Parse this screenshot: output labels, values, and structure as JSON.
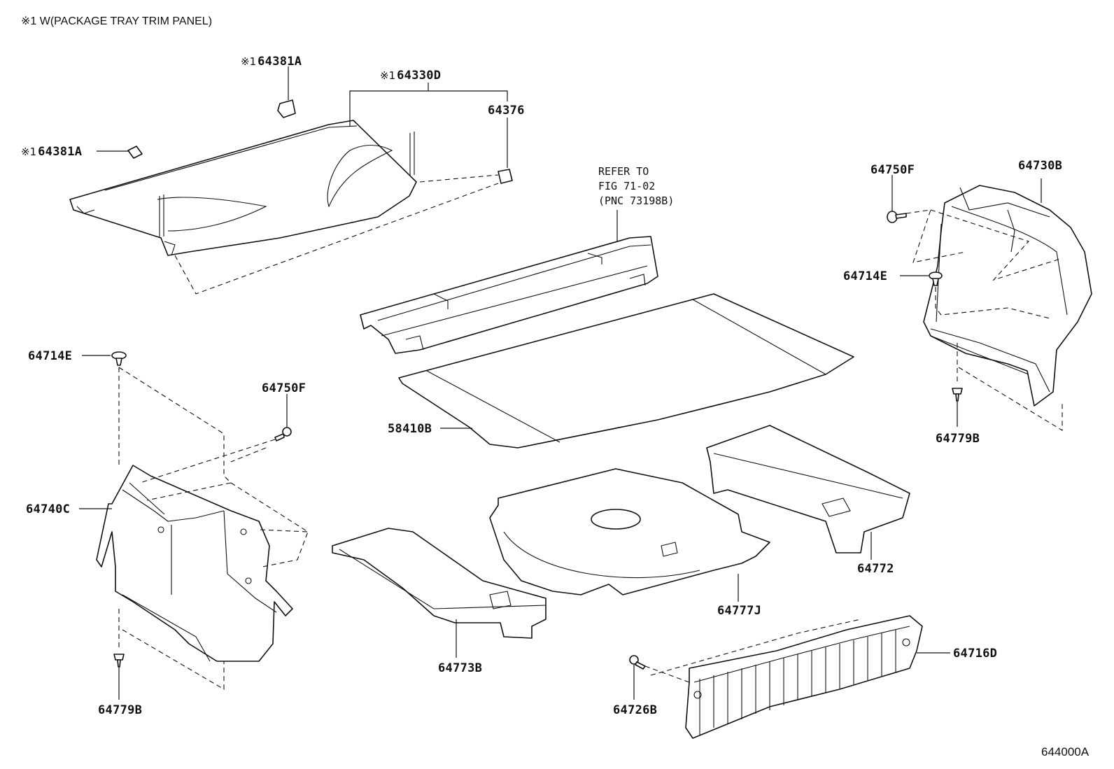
{
  "header_note": "※1 W(PACKAGE TRAY TRIM PANEL)",
  "figure_id": "644000A",
  "refer_note": [
    "REFER TO",
    "FIG 71-02",
    "(PNC 73198B)"
  ],
  "labels": {
    "p64381a_top": {
      "mark": "※1",
      "code": "64381A"
    },
    "p64381a_left": {
      "mark": "※1",
      "code": "64381A"
    },
    "p64330d": {
      "mark": "※1",
      "code": "64330D"
    },
    "p64376": {
      "code": "64376"
    },
    "p64750f_right": {
      "code": "64750F"
    },
    "p64730b": {
      "code": "64730B"
    },
    "p64714e_right": {
      "code": "64714E"
    },
    "p64779b_right": {
      "code": "64779B"
    },
    "p64714e_left": {
      "code": "64714E"
    },
    "p64750f_left": {
      "code": "64750F"
    },
    "p58410b": {
      "code": "58410B"
    },
    "p64740c": {
      "code": "64740C"
    },
    "p64772": {
      "code": "64772"
    },
    "p64777j": {
      "code": "64777J"
    },
    "p64773b": {
      "code": "64773B"
    },
    "p64716d": {
      "code": "64716D"
    },
    "p64726b": {
      "code": "64726B"
    },
    "p64779b_left": {
      "code": "64779B"
    }
  }
}
